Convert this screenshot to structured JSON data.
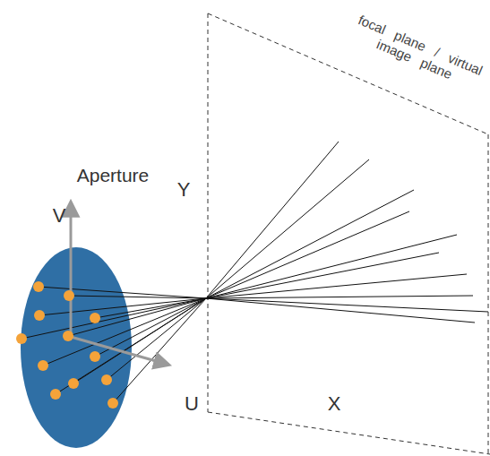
{
  "diagram": {
    "labels": [
      "focal plane / virtual image plane",
      "Aperture",
      "V",
      "U",
      "Y",
      "X"
    ]
  }
}
